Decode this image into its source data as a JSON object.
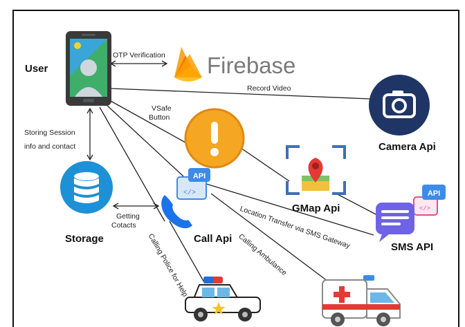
{
  "nodes": {
    "user": "User",
    "firebase": "Firebase",
    "camera": "Camera Api",
    "storage": "Storage",
    "call": "Call Api",
    "gmap": "GMap Api",
    "sms": "SMS API",
    "api_badge_call": "API",
    "api_badge_sms": "API"
  },
  "edges": {
    "otp": "OTP Verification",
    "record": "Record Video",
    "vsafe_1": "VSafe",
    "vsafe_2": "Button",
    "storing_1": "Storing Session",
    "storing_2": "info and contact",
    "getting_1": "Getting",
    "getting_2": "Cotacts",
    "location": "Location Transfer via  SMS Gateway",
    "police": "Calling Police for Help",
    "ambulance": "Calling Ambulance"
  },
  "colors": {
    "firebase_text": "#7a7a7a",
    "firebase_flame": "#f8a825",
    "camera_bg": "#1f3566",
    "storage_blue": "#1e90d6",
    "warning_orange": "#f5a623",
    "phone_blue": "#1a73e8",
    "sms_purple": "#6e63e6",
    "badge_blue": "#3d8be8"
  }
}
